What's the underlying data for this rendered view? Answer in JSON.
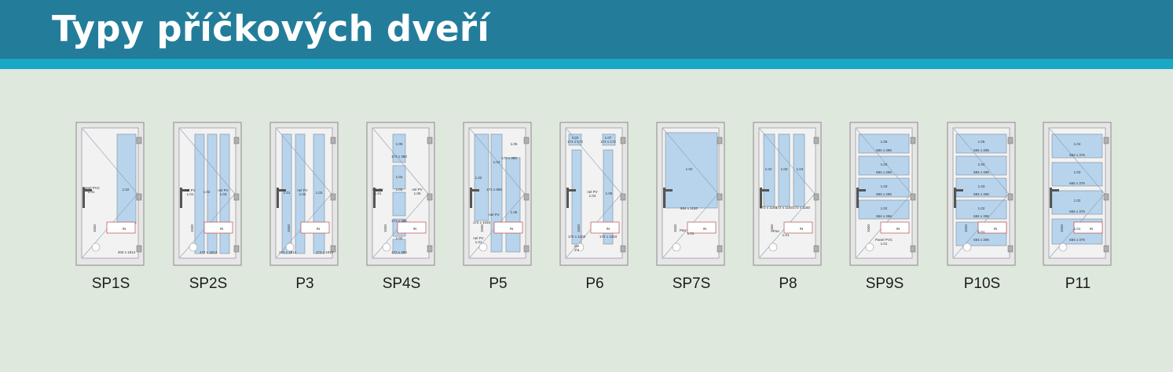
{
  "header": {
    "title": "Typy příčkových dveří"
  },
  "colors": {
    "header_bg": "#237d9a",
    "stripe": "#17a9c6",
    "background": "#dfe8dc",
    "glass": "#b8d4ec",
    "frame": "#e6e6e6"
  },
  "doors": [
    {
      "label": "SP1S",
      "notes": [
        "Panel PVC",
        "1.01",
        "1.02",
        "200 x 1814"
      ]
    },
    {
      "label": "SP2S",
      "notes": [
        "nel PV",
        "1.01",
        "1.02",
        "nel PV",
        "1.03",
        "172 x 1814"
      ]
    },
    {
      "label": "P3",
      "notes": [
        "1.01",
        "nel PV",
        "1.02",
        "1.03",
        "172 x 1814",
        "172 x 1814"
      ]
    },
    {
      "label": "SP4S",
      "notes": [
        "1.05",
        "172 x 390",
        "1.04",
        "nel PV",
        "1.01",
        "1.03",
        "nel PV",
        "1.06",
        "1.02",
        "172 x 390",
        "172 x 390"
      ]
    },
    {
      "label": "P5",
      "notes": [
        "1.05",
        "172 x 390",
        "1.04",
        "1.02",
        "172 x 868",
        "nel PV",
        "1.05",
        "nel PV",
        "1.01",
        "172 x 1040"
      ]
    },
    {
      "label": "P6",
      "notes": [
        "1.03",
        "172 x 172",
        "1.07",
        "172 x 172",
        "nel PV",
        "1.04",
        "1.06",
        "172 x 1203",
        "172 x 1203",
        "nel",
        "1.0"
      ]
    },
    {
      "label": "SP7S",
      "notes": [
        "1.02",
        "684 x 1150",
        "Pan",
        "1.01"
      ]
    },
    {
      "label": "P8",
      "notes": [
        "1.02",
        "1.03",
        "1.04",
        "172 x 1150",
        "172 x 1150",
        "172 x 1150",
        "Pan",
        "1.01"
      ]
    },
    {
      "label": "SP9S",
      "notes": [
        "1.05",
        "684 x 296",
        "1.04",
        "684 x 296",
        "1.03",
        "684 x 296",
        "1.02",
        "684 x 296",
        "Panel PVC",
        "1.01"
      ]
    },
    {
      "label": "P10S",
      "notes": [
        "1.05",
        "684 x 296",
        "1.04",
        "684 x 296",
        "1.03",
        "684 x 296",
        "1.02",
        "684 x 296",
        "1.01",
        "684 x 296"
      ]
    },
    {
      "label": "P11",
      "notes": [
        "1.04",
        "684 x 376",
        "1.03",
        "684 x 376",
        "1.02",
        "684 x 376",
        "1.01",
        "684 x 376"
      ]
    }
  ],
  "common": {
    "handle_mark": "IN",
    "height_mark": "1040"
  }
}
